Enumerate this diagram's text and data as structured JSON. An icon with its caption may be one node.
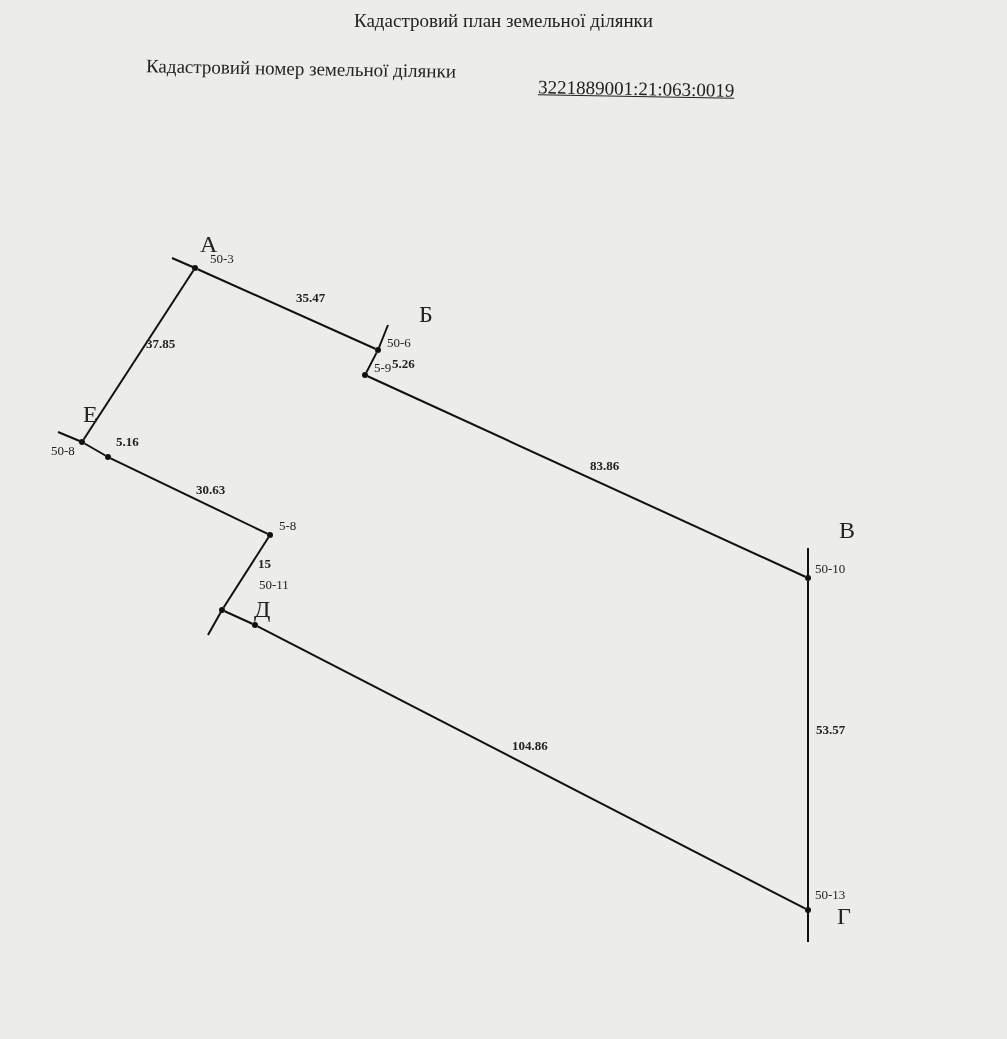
{
  "diagram": {
    "title": "Кадастровий план земельної ділянки",
    "nodes": [
      {
        "text": [
          "А",
          "50-3"
        ]
      },
      {
        "text": [
          "Б",
          "50-6"
        ]
      },
      {
        "text": [
          "5-9"
        ]
      },
      {
        "text": [
          "В",
          "50-10"
        ]
      },
      {
        "text": [
          "50-13",
          "Г"
        ]
      },
      {
        "text": [
          "Д"
        ]
      },
      {
        "text": [
          "50-11"
        ]
      },
      {
        "text": [
          "5-8"
        ]
      },
      {
        "text": [],
        "shape": "circle"
      },
      {
        "text": [
          "Е",
          "50-8"
        ]
      }
    ],
    "edges": [
      {
        "from": 0,
        "to": 1,
        "arrow": "none",
        "label": "35.47"
      },
      {
        "from": 1,
        "to": 2,
        "arrow": "none",
        "label": "5.26"
      },
      {
        "from": 2,
        "to": 3,
        "arrow": "none",
        "label": "83.86"
      },
      {
        "from": 3,
        "to": 4,
        "arrow": "none",
        "label": "53.57"
      },
      {
        "from": 4,
        "to": 5,
        "arrow": "none",
        "label": "104.86"
      },
      {
        "from": 5,
        "to": 6,
        "arrow": "none"
      },
      {
        "from": 6,
        "to": 7,
        "arrow": "none",
        "label": "15"
      },
      {
        "from": 7,
        "to": 8,
        "arrow": "none",
        "label": "30.63"
      },
      {
        "from": 8,
        "to": 9,
        "arrow": "none",
        "label": "5.16"
      },
      {
        "from": 9,
        "to": 0,
        "arrow": "none",
        "label": "37.85"
      }
    ],
    "labels": [
      "Кадастровий номер земельної ділянки",
      "3221889001:21:063:0019"
    ]
  }
}
